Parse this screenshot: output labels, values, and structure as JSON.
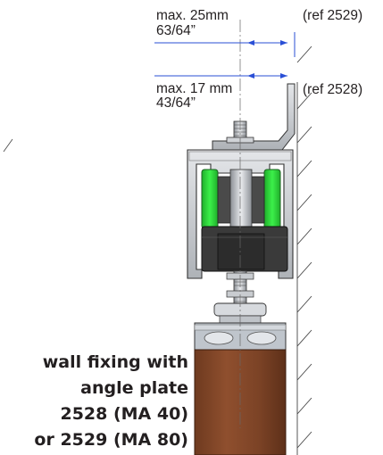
{
  "dimensions": {
    "upper_max": "max. 25mm",
    "upper_inch": "63/64”",
    "upper_ref": "(ref 2529)",
    "lower_max": "max. 17 mm",
    "lower_inch": "43/64”",
    "lower_ref": "(ref 2528)"
  },
  "caption": {
    "line1": "wall fixing with",
    "line2": "angle plate",
    "line3": "2528 (MA 40)",
    "line4": "or 2529 (MA 80)"
  },
  "colors": {
    "wheel_green": "#2ee23a",
    "rail_grey": "#cfd2d6",
    "door_wood": "#8a4a2a",
    "dimension_blue": "#2a4fd6",
    "carriage_dark": "#3a3a3a"
  }
}
